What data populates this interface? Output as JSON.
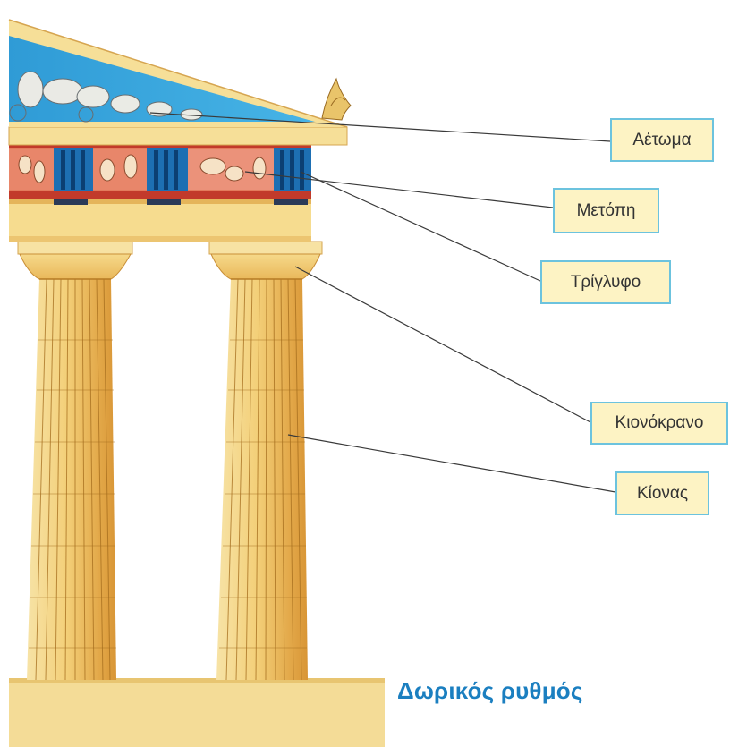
{
  "labels": {
    "aetoma": "Αέτωμα",
    "metopi": "Μετόπη",
    "triglyfo": "Τρίγλυφο",
    "kionokrano": "Κιονόκρανο",
    "kionas": "Κίονας"
  },
  "caption": "Δωρικός ρυθμός",
  "colors": {
    "caption": "#1b7fc0",
    "label_border": "#6cc3de",
    "label_fill": "#fdf3c4",
    "stone": "#f5d98a",
    "stone_shadow": "#e0a94a",
    "pediment_blue": "#3aa6dc",
    "triglyph_blue": "#1d6fb3",
    "metope_red": "#d9664c"
  }
}
